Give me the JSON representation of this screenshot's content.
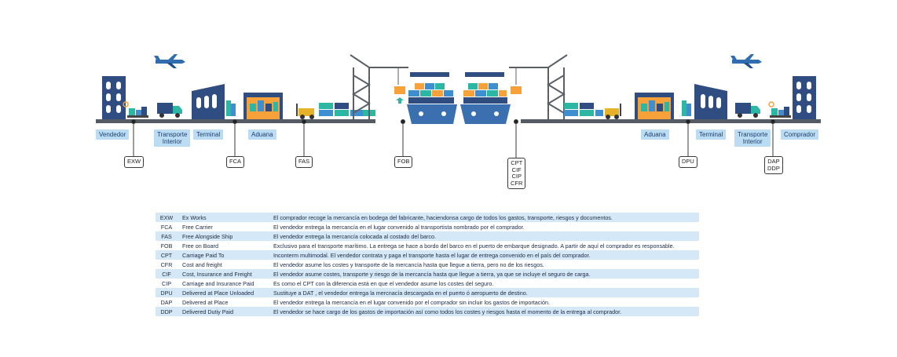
{
  "stages": {
    "vendedor": "Vendedor",
    "transporte_interior_left": "Transporte\nInterior",
    "terminal_left": "Terminal",
    "aduana_left": "Aduana",
    "aduana_right": "Aduana",
    "terminal_right": "Terminal",
    "transporte_interior_right": "Transporte\nInterior",
    "comprador": "Comprador"
  },
  "term_markers": {
    "exw": [
      "EXW"
    ],
    "fca": [
      "FCA"
    ],
    "fas": [
      "FAS"
    ],
    "fob": [
      "FOB"
    ],
    "cpt_group": [
      "CPT",
      "CIF",
      "CIP",
      "CFR"
    ],
    "dpu": [
      "DPU"
    ],
    "dap_ddp": [
      "DAP",
      "DDP"
    ]
  },
  "colors": {
    "building": "#2f4d80",
    "ground": "#555b63",
    "label_bg": "#bcdcf3",
    "row_shade": "#d4e8f7",
    "crane": "#5a6066",
    "container_orange": "#f6a13a",
    "container_blue": "#3e8fd0",
    "container_teal": "#2bb7a4",
    "hull": "#3a6fb0"
  },
  "icons": [
    "airplane-icon",
    "factory-icon",
    "truck-icon",
    "warehouse-icon",
    "customs-icon",
    "forklift-icon",
    "crane-icon",
    "ship-icon",
    "container-icon"
  ],
  "incoterms": [
    {
      "code": "EXW",
      "name": "Ex Works",
      "desc": "El comprador recoge la mercancía en bodega del fabricante, haciendonsa cargo de todos los gastos, transporte, riesgos y documentos."
    },
    {
      "code": "FCA",
      "name": "Free Carrier",
      "desc": "El vendedor entrega la mercancía en el lugar convenido al transportista nombrado por el comprador."
    },
    {
      "code": "FAS",
      "name": "Free Alongside Ship",
      "desc": "El vendedor entrega la mercancía colocada al costado del barco."
    },
    {
      "code": "FOB",
      "name": "Free on Board",
      "desc": "Exclusivo para el transporte marítimo. La entrega se hace a bordo del barco en el puerto de embarque designado. A partir de aquí el comprador es responsable."
    },
    {
      "code": "CPT",
      "name": "Carriage Paid To",
      "desc": "Inconterm multimodal. El vendedor contrata y paga el transporte hasta el lugar de entrega convenido en el país del comprador."
    },
    {
      "code": "CFR",
      "name": "Cost and freight",
      "desc": "El vendedor asume los costes y transporte de la mercancía hasta que llegue a tierra, pero no de los riesgos."
    },
    {
      "code": "CIF",
      "name": "Cost, Insurance and Freight",
      "desc": "El vendedor asume costes, transporte y riesgo de la mercancía hasta que llegue a tierra, ya que se incluye el seguro de carga."
    },
    {
      "code": "CIP",
      "name": "Carriage and Insurance Paid",
      "desc": "Es como el CPT con la diferencia está en que el vendedor asume los costes del seguro."
    },
    {
      "code": "DPU",
      "name": "Delivered at Place Unloaded",
      "desc": "Sustituye a DAT , el vendedor entrega la mercnacía descargada en el puerto ó aeropuerto de destino."
    },
    {
      "code": "DAP",
      "name": "Delivered at Place",
      "desc": "El vendedor entrega la mercancía en el lugar convenido por el comprador sin incluir los gastos de importación."
    },
    {
      "code": "DDP",
      "name": "Delivered Dutiy Paid",
      "desc": "El vendedor se hace cargo de los gastos de importación así como todos los costes y riesgos hasta el momento de la entrega al comprador."
    }
  ]
}
